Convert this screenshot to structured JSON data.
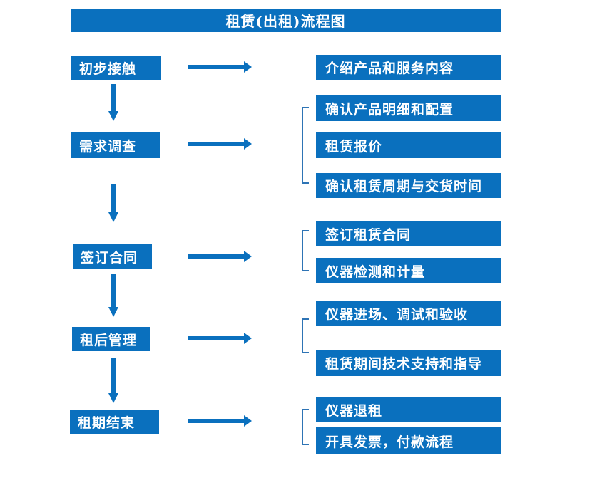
{
  "title": "租赁(出租)流程图",
  "colors": {
    "box_blue": "#0a70be",
    "bracket_blue": "#2e74b5",
    "text_white": "#ffffff",
    "background": "#ffffff"
  },
  "flow": {
    "stages": [
      {
        "label": "初步接触",
        "outputs": [
          "介绍产品和服务内容"
        ]
      },
      {
        "label": "需求调查",
        "outputs": [
          "确认产品明细和配置",
          "租赁报价",
          "确认租赁周期与交货时间"
        ]
      },
      {
        "label": "签订合同",
        "outputs": [
          "签订租赁合同",
          "仪器检测和计量"
        ]
      },
      {
        "label": "租后管理",
        "outputs": [
          "仪器进场、调试和验收",
          "租赁期间技术支持和指导"
        ]
      },
      {
        "label": "租期结束",
        "outputs": [
          "仪器退租",
          "开具发票，付款流程"
        ]
      }
    ]
  }
}
